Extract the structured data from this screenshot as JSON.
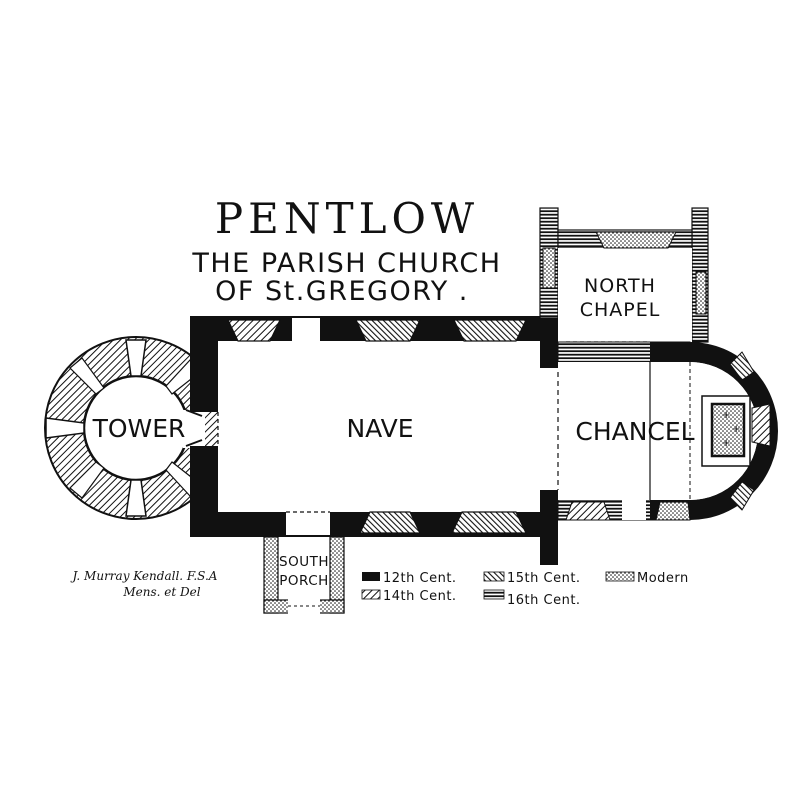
{
  "title": {
    "line1": "PENTLOW",
    "line2": "THE PARISH CHURCH",
    "line3": "OF St.GREGORY ."
  },
  "rooms": {
    "tower": "TOWER",
    "nave": "NAVE",
    "chancel": "CHANCEL",
    "north_chapel_line1": "NORTH",
    "north_chapel_line2": "CHAPEL",
    "south_porch_line1": "SOUTH",
    "south_porch_line2": "PORCH"
  },
  "credit": {
    "line1": "J. Murray Kendall. F.S.A",
    "line2": "Mens. et Del"
  },
  "legend": [
    {
      "label": "12th Cent.",
      "pattern": "solid"
    },
    {
      "label": "15th Cent.",
      "pattern": "cross-hatch"
    },
    {
      "label": "Modern",
      "pattern": "stipple"
    },
    {
      "label": "14th Cent.",
      "pattern": "diagonal-hatch"
    },
    {
      "label": "16th Cent.",
      "pattern": "horizontal-hatch"
    }
  ],
  "colors": {
    "ink": "#111111",
    "paper": "#ffffff"
  }
}
